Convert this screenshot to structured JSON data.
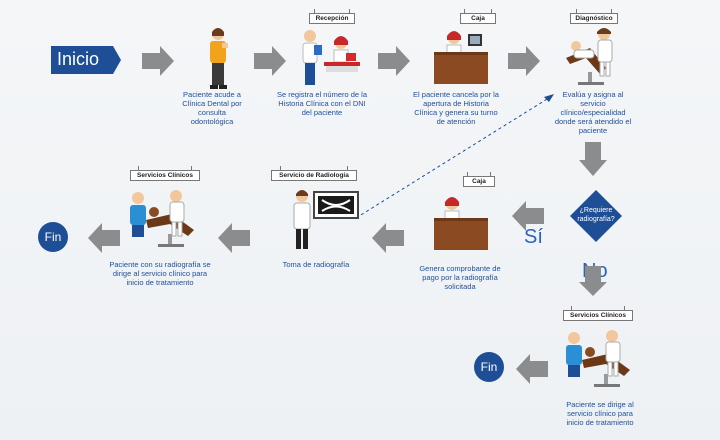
{
  "start": {
    "label": "Inicio"
  },
  "end": {
    "label": "Fin"
  },
  "signs": {
    "recepcion": "Recepción",
    "caja": "Caja",
    "diagnostico": "Diagnóstico",
    "servicios_clinicos": "Servicios Clínicos",
    "radiologia": "Servicio de Radiología"
  },
  "steps": {
    "s1": "Paciente acude a Clínica Dental por consulta odontológica",
    "s2": "Se registra el número de la Historia Clínica con el DNI del paciente",
    "s3": "El paciente cancela por la apertura de Historia Clínica y genera su turno de atención",
    "s4": "Evalúa y asigna al servicio clínico/especialidad donde será atendido el paciente",
    "decision": "¿Requiere radiografía?",
    "yes": "Sí",
    "no": "No",
    "s5": "Genera comprobante de pago por la radiografía solicitada",
    "s6": "Toma de radiografía",
    "s7": "Paciente con su radiografía se dirige al servicio clínico para inicio de tratamiento",
    "s8": "Paciente se dirige al servicio clínico para inicio de tratamiento"
  },
  "colors": {
    "blue_dark": "#1d4e96",
    "blue_text": "#1f4f9a",
    "arrow_gray": "#8a8c8e",
    "wood": "#8b4a22",
    "orange": "#f2a31b",
    "red": "#d62b2b"
  }
}
